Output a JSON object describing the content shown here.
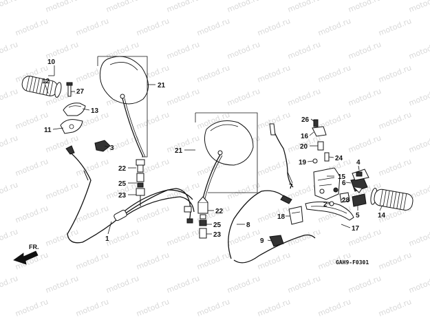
{
  "watermark": {
    "text": "motod.ru",
    "color": "#d8d8d8"
  },
  "diagram_code": "GAH9-F0301",
  "fr_label": "FR.",
  "callouts": {
    "c1": "1",
    "c2": "2",
    "c3": "3",
    "c4": "4",
    "c5": "5",
    "c6": "6",
    "c7": "7",
    "c8": "8",
    "c9": "9",
    "c10": "10",
    "c11": "11",
    "c12": "12",
    "c13": "13",
    "c14": "14",
    "c15": "15",
    "c16": "16",
    "c17": "17",
    "c18": "18",
    "c19": "19",
    "c20": "20",
    "c21a": "21",
    "c21b": "21",
    "c22a": "22",
    "c22b": "22",
    "c23a": "23",
    "c23b": "23",
    "c24": "24",
    "c25a": "25",
    "c25b": "25",
    "c26": "26",
    "c27": "27",
    "c28": "28"
  }
}
